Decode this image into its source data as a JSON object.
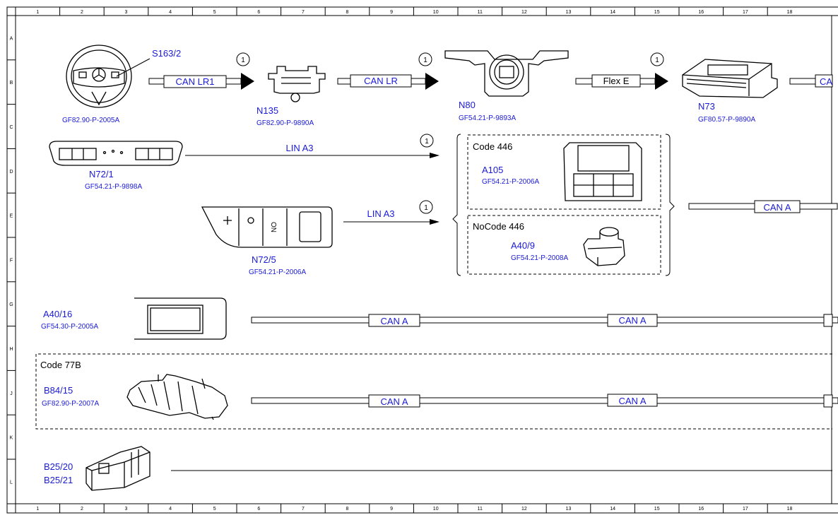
{
  "grid": {
    "columns": [
      "1",
      "2",
      "3",
      "4",
      "5",
      "6",
      "7",
      "8",
      "9",
      "10",
      "11",
      "12",
      "13",
      "14",
      "15",
      "16",
      "17",
      "18"
    ],
    "rows": [
      "A",
      "B",
      "C",
      "D",
      "E",
      "F",
      "G",
      "H",
      "J",
      "K",
      "L"
    ]
  },
  "colors": {
    "label": "#1a1ad6",
    "line": "#000000",
    "frame": "#000000"
  },
  "marker": "1",
  "components": {
    "s163_2": {
      "id": "S163/2",
      "doc": "GF82.90-P-2005A",
      "icon": "steering-wheel-icon"
    },
    "n135": {
      "id": "N135",
      "doc": "GF82.90-P-9890A",
      "icon": "control-unit-n135-icon"
    },
    "n80": {
      "id": "N80",
      "doc": "GF54.21-P-9893A",
      "icon": "steering-column-module-icon"
    },
    "n73": {
      "id": "N73",
      "doc": "GF80.57-P-9890A",
      "icon": "ezs-control-unit-icon"
    },
    "n72_1": {
      "id": "N72/1",
      "doc": "GF54.21-P-9898A",
      "icon": "overhead-control-panel-icon"
    },
    "n72_5": {
      "id": "N72/5",
      "doc": "GF54.21-P-2006A",
      "icon": "switch-panel-icon"
    },
    "a105": {
      "id": "A105",
      "doc": "GF54.21-P-2006A",
      "icon": "touchpad-icon"
    },
    "a40_9": {
      "id": "A40/9",
      "doc": "GF54.21-P-2008A",
      "icon": "controller-knob-icon"
    },
    "a40_16": {
      "id": "A40/16",
      "doc": "GF54.30-P-2005A",
      "icon": "display-icon"
    },
    "b84_15": {
      "id": "B84/15",
      "doc": "GF82.90-P-2007A",
      "icon": "camera-bracket-icon"
    },
    "b25_20": {
      "id": "B25/20"
    },
    "b25_21": {
      "id": "B25/21",
      "icon": "sensor-bracket-icon"
    }
  },
  "codes": {
    "code_446": "Code 446",
    "no_code_446": "NoCode 446",
    "code_77b": "Code 77B"
  },
  "buses": {
    "can_lr1": "CAN LR1",
    "can_lr": "CAN LR",
    "flex_e": "Flex E",
    "ca_cut": "CA",
    "lin_a3_top": "LIN A3",
    "lin_a3_mid": "LIN A3",
    "can_a_right": "CAN A",
    "can_a_g1": "CAN A",
    "can_a_g2": "CAN A",
    "can_a_j1": "CAN A",
    "can_a_j2": "CAN A"
  }
}
